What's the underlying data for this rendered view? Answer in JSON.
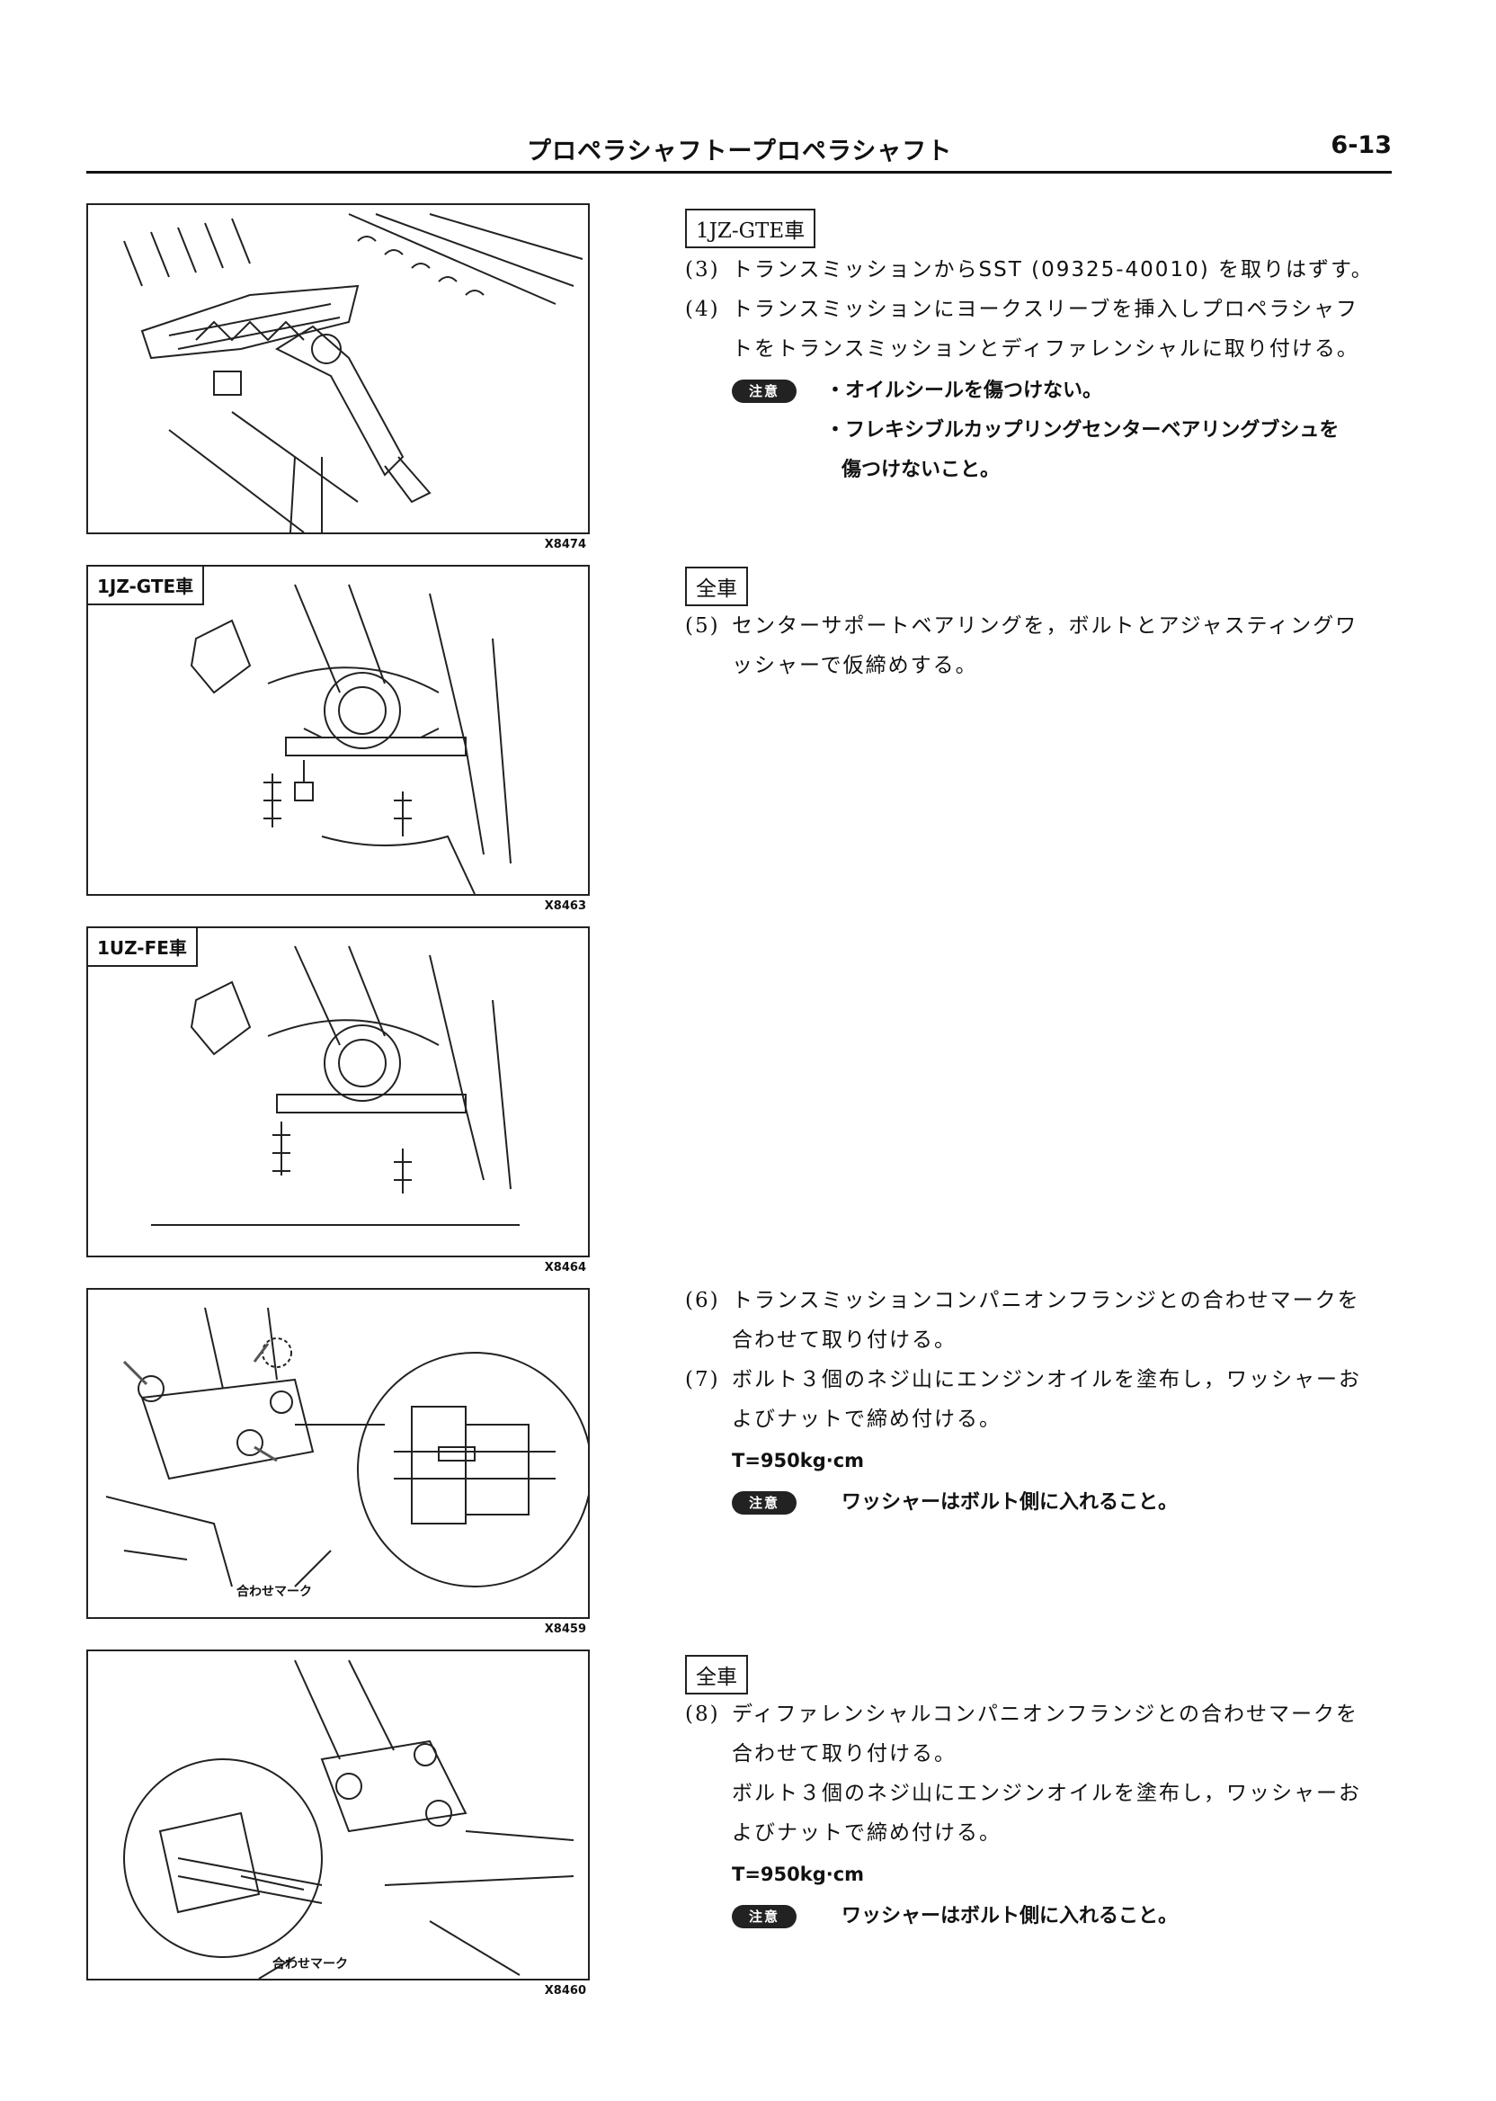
{
  "header": {
    "title": "プロペラシャフトープロペラシャフト",
    "page_number": "6-13"
  },
  "figures": [
    {
      "label": "",
      "code": "X8474",
      "icon": "transmission-sst-illustration"
    },
    {
      "label": "1JZ-GTE車",
      "code": "X8463",
      "icon": "center-bearing-illustration"
    },
    {
      "label": "1UZ-FE車",
      "code": "X8464",
      "icon": "center-bearing-illustration"
    },
    {
      "label": "",
      "code": "X8459",
      "icon": "flange-bolt-illustration",
      "callout": "合わせマーク"
    },
    {
      "label": "",
      "code": "X8460",
      "icon": "diff-flange-illustration",
      "callout": "合わせマーク"
    }
  ],
  "sections": {
    "tag1": "1JZ-GTE車",
    "step3_num": "(3)",
    "step3": "トランスミッションからSST (09325-40010) を取りはずす。",
    "step4_num": "(4)",
    "step4_line1": "トランスミッションにヨークスリーブを挿入しプロペラシャフ",
    "step4_line2": "トをトランスミッションとディファレンシャルに取り付ける。",
    "note_badge": "注意",
    "note1": "・オイルシールを傷つけない。",
    "note2_line1": "・フレキシブルカップリングセンターベアリングブシュを",
    "note2_line2": "傷つけないこと。",
    "tag2": "全車",
    "step5_num": "(5)",
    "step5_line1": "センターサポートベアリングを，ボルトとアジャスティングワ",
    "step5_line2": "ッシャーで仮締めする。",
    "step6_num": "(6)",
    "step6_line1": "トランスミッションコンパニオンフランジとの合わせマークを",
    "step6_line2": "合わせて取り付ける。",
    "step7_num": "(7)",
    "step7_line1": "ボルト３個のネジ山にエンジンオイルを塗布し，ワッシャーお",
    "step7_line2": "よびナットで締め付ける。",
    "torque1": "T=950kg·cm",
    "note3": "ワッシャーはボルト側に入れること。",
    "tag3": "全車",
    "step8_num": "(8)",
    "step8_line1": "ディファレンシャルコンパニオンフランジとの合わせマークを",
    "step8_line2": "合わせて取り付ける。",
    "step8_line3": "ボルト３個のネジ山にエンジンオイルを塗布し，ワッシャーお",
    "step8_line4": "よびナットで締め付ける。",
    "torque2": "T=950kg·cm",
    "note4": "ワッシャーはボルト側に入れること。"
  }
}
